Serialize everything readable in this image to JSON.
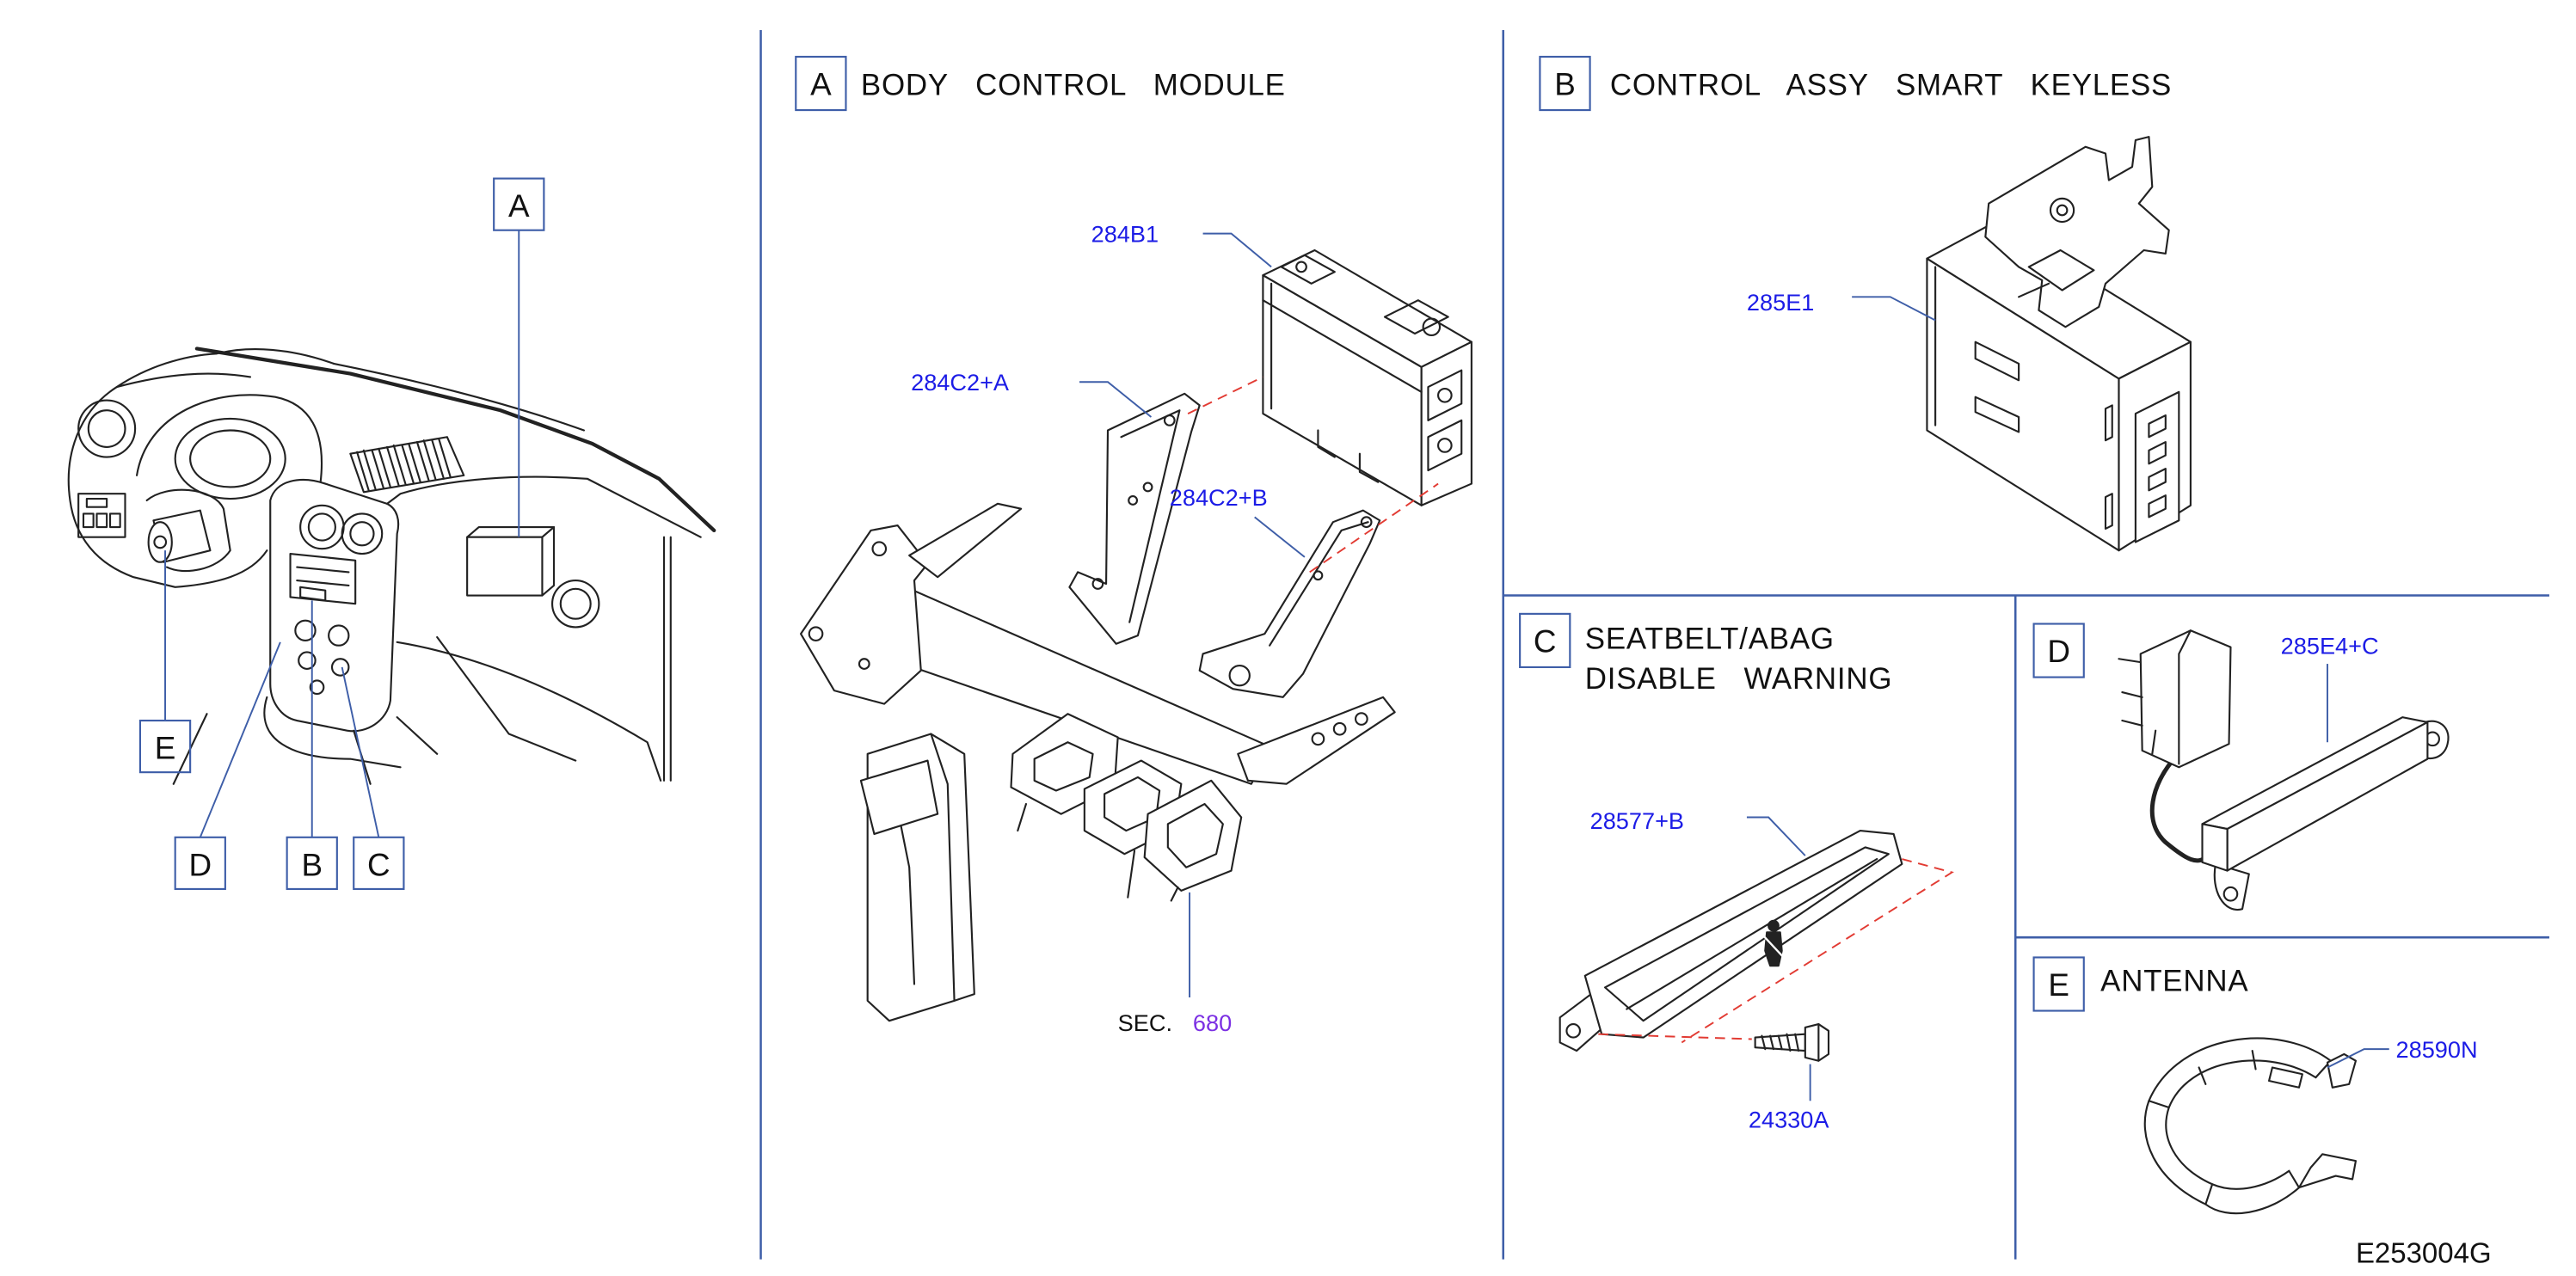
{
  "overview": {
    "callouts": {
      "a": "A",
      "b": "B",
      "c": "C",
      "d": "D",
      "e": "E"
    }
  },
  "sections": {
    "a": {
      "letter": "A",
      "title": "BODY CONTROL MODULE"
    },
    "b": {
      "letter": "B",
      "title": "CONTROL ASSY SMART KEYLESS"
    },
    "c": {
      "letter": "C",
      "title_line1": "SEATBELT/ABAG",
      "title_line2": "DISABLE WARNING"
    },
    "d": {
      "letter": "D"
    },
    "e": {
      "letter": "E",
      "title": "ANTENNA"
    }
  },
  "parts": {
    "body_control_module": "284B1",
    "bracket_a": "284C2+A",
    "bracket_b": "284C2+B",
    "smart_keyless_control": "285E1",
    "warning_lamp": "28577+B",
    "screw": "24330A",
    "antenna_d": "285E4+C",
    "antenna_ring": "28590N"
  },
  "section_ref": {
    "prefix": "SEC.",
    "number": "680"
  },
  "diagram_code": "E253004G",
  "colors": {
    "part_label": "#1c1ce6",
    "section_ref_number": "#7b2fe3",
    "divider": "#3e5ea8",
    "dashed_guide": "#e23b33",
    "line_art": "#222222"
  }
}
